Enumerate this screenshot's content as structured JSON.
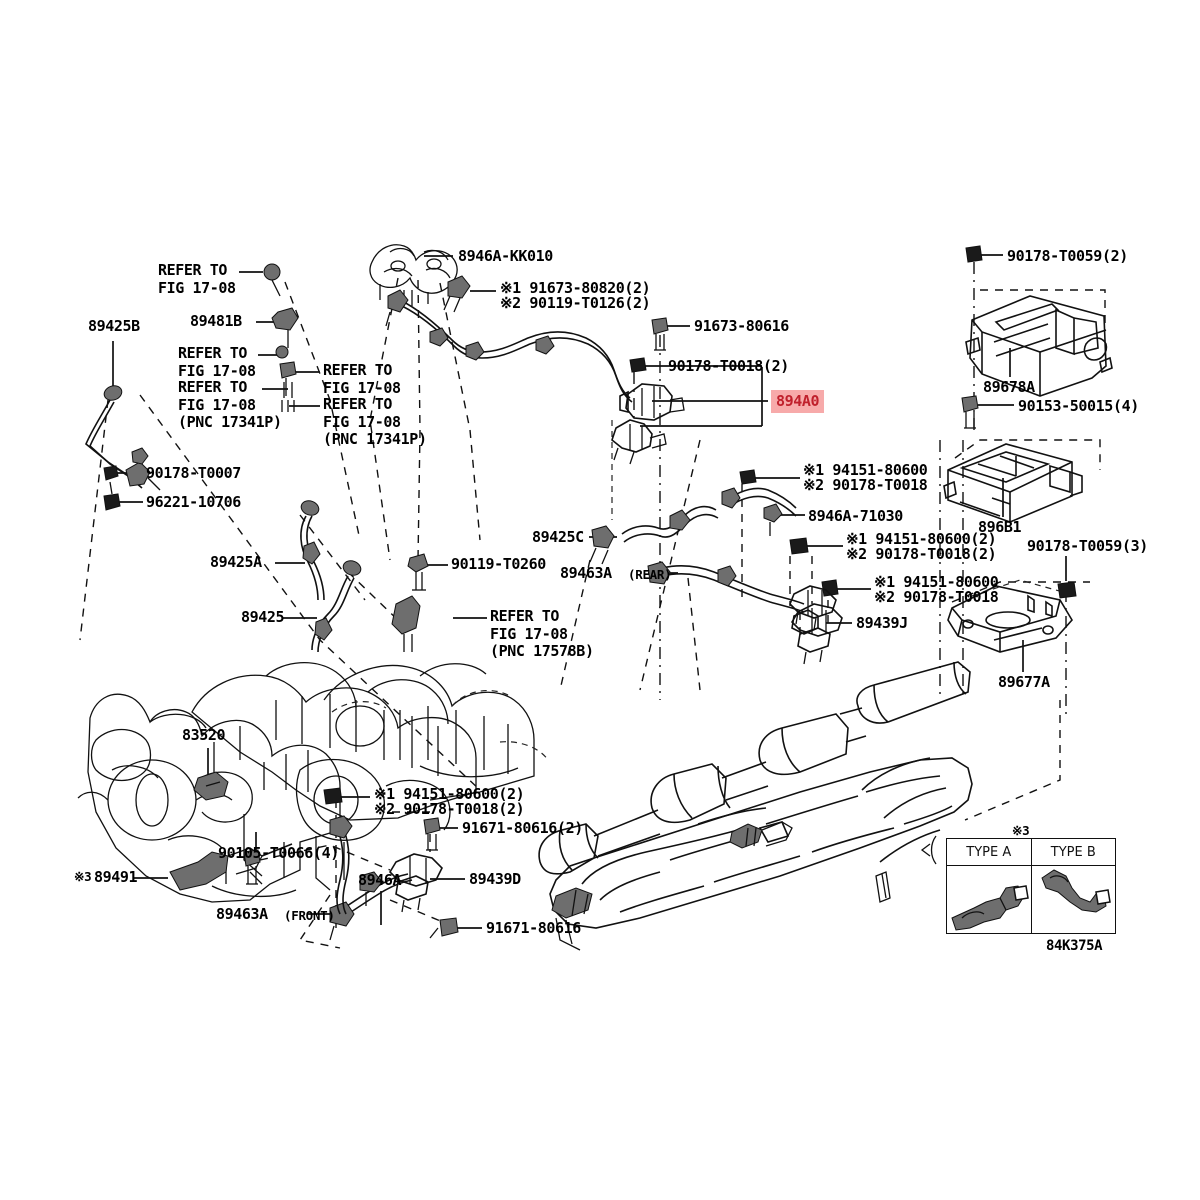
{
  "diagram": {
    "title": "Toyota Engine Control Sensors / ECU Parts Diagram",
    "sheet_code": "84K375A",
    "highlight_color": "#f7aaaa",
    "highlight_text_color": "#c0202c",
    "highlighted_part": "894A0"
  },
  "labels": {
    "refer_1": "REFER TO\nFIG 17-08",
    "refer_2": "REFER TO\nFIG 17-08",
    "refer_3": "REFER TO\nFIG 17-08\n(PNC 17341P)",
    "refer_4": "REFER TO\nFIG 17-08",
    "refer_5": "REFER TO\nFIG 17-08\n(PNC 17341P)",
    "refer_6": "REFER TO\nFIG 17-08\n(PNC 17578B)",
    "p_89425B": "89425B",
    "p_89481B": "89481B",
    "p_8946A_KK010": "8946A-KK010",
    "p_91673_80820": "※1 91673-80820(2)",
    "p_90119_T0126": "※2 90119-T0126(2)",
    "p_91673_80616": "91673-80616",
    "p_90178_T0018_2": "90178-T0018(2)",
    "p_894A0": "894A0",
    "p_90178_T0059_2": "90178-T0059(2)",
    "p_89678A": "89678A",
    "p_90153_50015": "90153-50015(4)",
    "p_896B1": "896B1",
    "p_90178_T0059_3": "90178-T0059(3)",
    "p_89677A": "89677A",
    "p_90178_T0007": "90178-T0007",
    "p_96221_10706": "96221-10706",
    "p_89425A": "89425A",
    "p_89425": "89425",
    "p_90119_T0260": "90119-T0260",
    "p_89425C": "89425C",
    "p_89463A_rear_main": "89463A",
    "p_89463A_rear_sub": "(REAR)",
    "p_94151_80600_a": "※1 94151-80600",
    "p_90178_T0018_a": "※2 90178-T0018",
    "p_8946A_71030": "8946A-71030",
    "p_94151_80600_b": "※1 94151-80600(2)",
    "p_90178_T0018_b": "※2 90178-T0018(2)",
    "p_94151_80600_c": "※1 94151-80600",
    "p_90178_T0018_c": "※2 90178-T0018",
    "p_89439J": "89439J",
    "p_83520": "83520",
    "p_94151_80600_d": "※1 94151-80600(2)",
    "p_90178_T0018_d": "※2 90178-T0018(2)",
    "p_91671_80616_2": "91671-80616(2)",
    "p_90105_T0066": "90105-T0066(4)",
    "p_89491_mark": "※3",
    "p_89491": "89491",
    "p_89463A_front_main": "89463A",
    "p_89463A_front_sub": "(FRONT)",
    "p_8946A": "8946A",
    "p_89439D": "89439D",
    "p_91671_80616": "91671-80616",
    "note_mark3": "※3",
    "type_a": "TYPE A",
    "type_b": "TYPE B",
    "sheet_code": "84K375A"
  }
}
